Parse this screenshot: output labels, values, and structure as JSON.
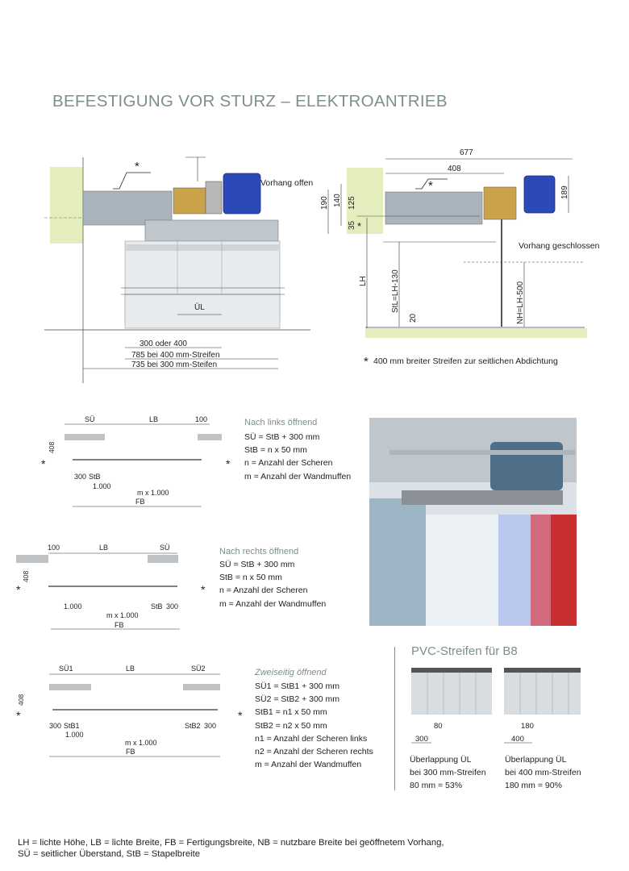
{
  "title": "BEFESTIGUNG VOR STURZ – ELEKTROANTRIEB",
  "top_left": {
    "vorhang_offen": "Vorhang offen",
    "ul": "ÜL",
    "dim_300_400": "300 oder 400",
    "dim_785": "785 bei 400 mm-Streifen",
    "dim_735": "735 bei 300 mm-Steifen"
  },
  "top_right": {
    "d677": "677",
    "d408": "408",
    "d190": "190",
    "d140": "140",
    "d125": "125",
    "d35": "35",
    "d189": "189",
    "vorhang_geschlossen": "Vorhang geschlossen",
    "lh": "LH",
    "stb_lh": "StL=LH-130",
    "nh_lh": "NH=LH-500",
    "d20": "20",
    "footnote": "400 mm breiter Streifen zur seitlichen Abdichtung",
    "star": "*"
  },
  "d1": {
    "su": "SÜ",
    "lb": "LB",
    "d100": "100",
    "d408": "408",
    "d300": "300",
    "stb": "StB",
    "d1000": "1.000",
    "mx": "m x 1.000",
    "fb": "FB",
    "head": "Nach links öffnend",
    "lines": [
      "SÜ = StB + 300 mm",
      "StB = n x 50 mm",
      "n = Anzahl der Scheren",
      "m = Anzahl der Wandmuffen"
    ]
  },
  "d2": {
    "d100": "100",
    "lb": "LB",
    "su": "SÜ",
    "d408": "408",
    "d1000": "1.000",
    "stb": "StB",
    "d300": "300",
    "mx": "m x 1.000",
    "fb": "FB",
    "head": "Nach rechts öffnend",
    "lines": [
      "SÜ = StB + 300 mm",
      "StB = n x 50 mm",
      "n = Anzahl der Scheren",
      "m = Anzahl der Wandmuffen"
    ]
  },
  "d3": {
    "su1": "SÜ1",
    "lb": "LB",
    "su2": "SÜ2",
    "d408": "408",
    "d300a": "300",
    "stb1": "StB1",
    "stb2": "StB2",
    "d300b": "300",
    "d1000": "1.000",
    "mx": "m x 1.000",
    "fb": "FB",
    "head": "Zweiseitig öffnend",
    "lines": [
      "SÜ1 = StB1 + 300 mm",
      "SÜ2 = StB2 + 300 mm",
      "StB1 = n1 x 50 mm",
      "StB2 = n2 x 50 mm",
      "n1 = Anzahl der Scheren links",
      "n2 = Anzahl der Scheren rechts",
      "m = Anzahl der Wandmuffen"
    ]
  },
  "pvc": {
    "title": "PVC-Streifen für B8",
    "left": {
      "d300": "300",
      "d80": "80",
      "cap": [
        "Überlappung ÜL",
        "bei 300 mm-Streifen",
        "80 mm = 53%"
      ]
    },
    "right": {
      "d400": "400",
      "d180": "180",
      "cap": [
        "Überlappung ÜL",
        "bei 400 mm-Streifen",
        "180 mm = 90%"
      ]
    }
  },
  "legend": {
    "line1": "LH = lichte Höhe, LB = lichte Breite, FB = Fertigungsbreite, NB = nutzbare Breite bei geöffnetem Vorhang,",
    "line2": "SÜ = seitlicher Überstand, StB = Stapelbreite"
  },
  "colors": {
    "accent": "#7d8f8a",
    "wall": "#e4eebc",
    "motor": "#2c49b8",
    "rail": "#9aa3ab"
  }
}
